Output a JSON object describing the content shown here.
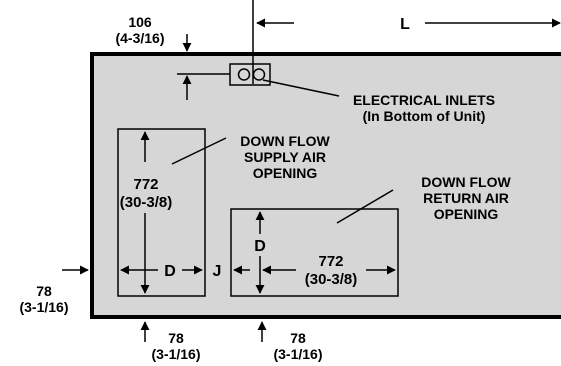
{
  "colors": {
    "unit_fill": "#d6d6d6",
    "line": "#000000",
    "background": "#ffffff"
  },
  "labels": {
    "top_offset_mm": "106",
    "top_offset_in": "(4-3/16)",
    "length_letter": "L",
    "electrical_title": "ELECTRICAL INLETS",
    "electrical_sub": "(In Bottom of Unit)",
    "supply_line1": "DOWN FLOW",
    "supply_line2": "SUPPLY AIR",
    "supply_line3": "OPENING",
    "return_line1": "DOWN FLOW",
    "return_line2": "RETURN AIR",
    "return_line3": "OPENING",
    "supply_height_mm": "772",
    "supply_height_in": "(30-3/8)",
    "supply_width_letter": "D",
    "gap_letter": "J",
    "return_height_letter": "D",
    "return_width_mm": "772",
    "return_width_in": "(30-3/8)",
    "left_offset_mm": "78",
    "left_offset_in": "(3-1/16)",
    "bottom_left_mm": "78",
    "bottom_left_in": "(3-1/16)",
    "bottom_right_mm": "78",
    "bottom_right_in": "(3-1/16)"
  }
}
